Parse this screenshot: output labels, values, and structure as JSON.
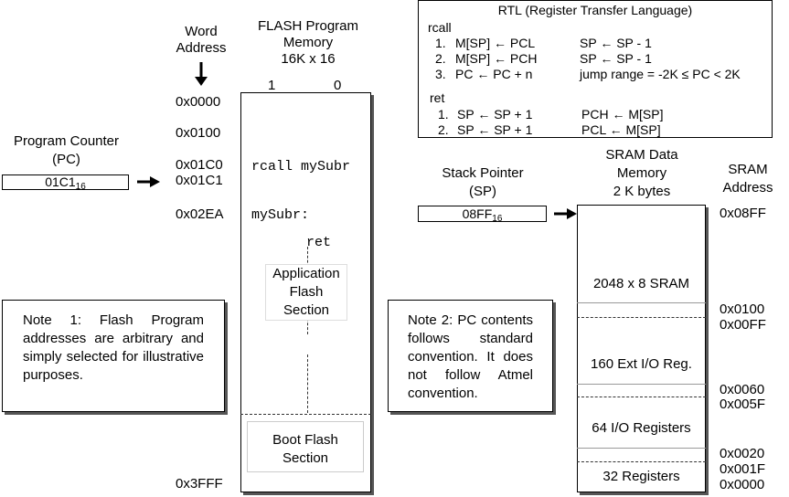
{
  "flash": {
    "word_address_title": "Word\nAddress",
    "memory_title": "FLASH Program\nMemory\n16K x 16",
    "bit_left": "1",
    "bit_right": "0",
    "addresses": [
      "0x0000",
      "0x0100",
      "0x01C0",
      "0x01C1",
      "0x02EA",
      "0x3FFF"
    ],
    "code_rcall": "rcall mySubr",
    "code_label": "mySubr:",
    "code_ret": "ret",
    "app_section": "Application\nFlash\nSection",
    "boot_section": "Boot Flash\nSection"
  },
  "pc": {
    "title": "Program Counter\n(PC)",
    "value": "01C1",
    "value_sub": "16"
  },
  "sp": {
    "title": "Stack Pointer\n(SP)",
    "value": "08FF",
    "value_sub": "16"
  },
  "rtl": {
    "title": "RTL (Register Transfer Language)",
    "rcall_heading": "rcall",
    "rcall_steps": [
      {
        "n": "1.",
        "op": "M[SP] ← PCL",
        "right": "SP ← SP - 1"
      },
      {
        "n": "2.",
        "op": "M[SP] ← PCH",
        "right": "SP ← SP - 1"
      },
      {
        "n": "3.",
        "op": "PC ← PC + n",
        "right": "jump range =  -2K ≤ PC < 2K"
      }
    ],
    "ret_heading": "ret",
    "ret_steps": [
      {
        "n": "1.",
        "op": "SP ← SP + 1",
        "right": "PCH ← M[SP]"
      },
      {
        "n": "2.",
        "op": "SP ← SP + 1",
        "right": "PCL ← M[SP]"
      }
    ]
  },
  "sram": {
    "title": "SRAM Data\nMemory\n2 K bytes",
    "address_title": "SRAM\nAddress",
    "sections": [
      "2048 x 8 SRAM",
      "160 Ext I/O Reg.",
      "64 I/O Registers",
      "32 Registers"
    ],
    "addresses": [
      "0x08FF",
      "0x0100",
      "0x00FF",
      "0x0060",
      "0x005F",
      "0x0020",
      "0x001F",
      "0x0000"
    ]
  },
  "notes": {
    "note1": "Note 1: Flash Program addresses are arbitrary and simply selected for illustrative purposes.",
    "note2": "Note 2: PC contents follows standard convention. It does not follow Atmel convention."
  }
}
